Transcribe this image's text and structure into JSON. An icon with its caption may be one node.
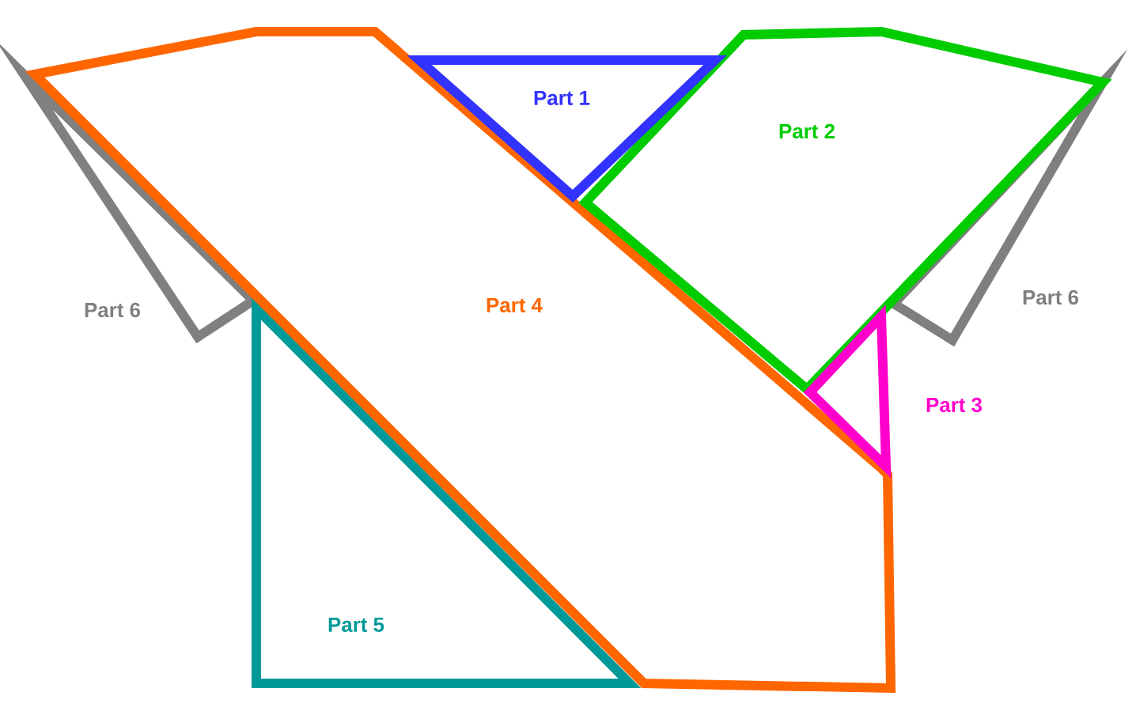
{
  "diagram": {
    "nodes": [
      {
        "text": [
          "Part 1"
        ]
      },
      {
        "text": [
          "Part 2"
        ]
      },
      {
        "text": [
          "Part 6"
        ]
      },
      {
        "text": [
          "Part 4"
        ]
      },
      {
        "text": [
          "Part 6"
        ]
      },
      {
        "text": [
          "Part 3"
        ]
      },
      {
        "text": [
          "Part 5"
        ]
      }
    ]
  }
}
